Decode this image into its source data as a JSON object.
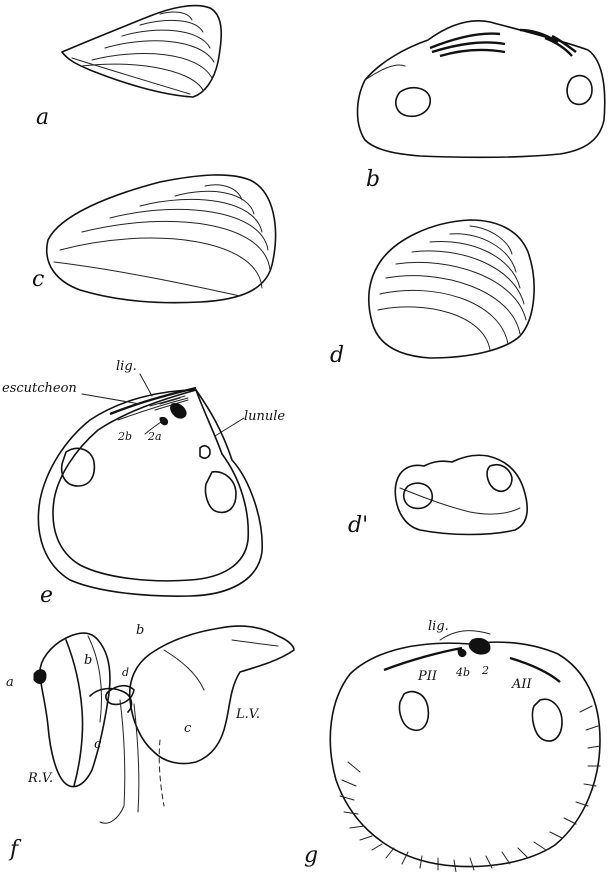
{
  "figure_labels": {
    "a": "a",
    "b": "b",
    "c": "c",
    "d": "d",
    "d_prime": "d'",
    "e": "e",
    "f": "f",
    "g": "g"
  },
  "figure_e": {
    "lig": "lig.",
    "escutcheon": "escutcheon",
    "lunule": "lunule",
    "tooth_2b": "2b",
    "tooth_2a": "2a"
  },
  "figure_f": {
    "a": "a",
    "b_left": "b",
    "b_right": "b",
    "d": "d",
    "c_left": "c",
    "c_right": "c",
    "lv": "L.V.",
    "rv": "R.V."
  },
  "figure_g": {
    "lig": "lig.",
    "p2": "PII",
    "a2": "AII",
    "t4b": "4b",
    "t2": "2"
  }
}
